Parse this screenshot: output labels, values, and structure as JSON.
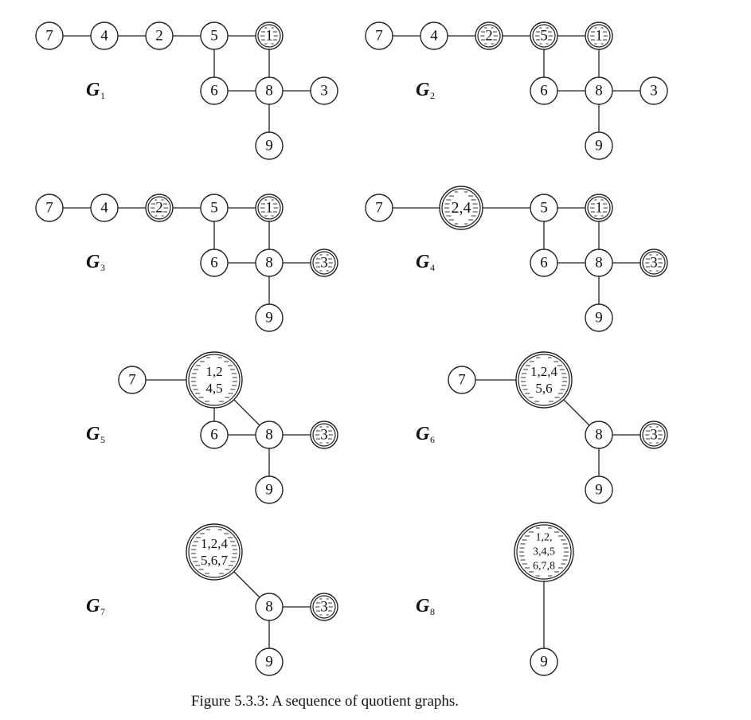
{
  "figure": {
    "caption": "Figure 5.3.3: A sequence of quotient graphs."
  },
  "graphs": [
    {
      "id": "g1",
      "label": "G",
      "subscript": "1",
      "nodes": [
        {
          "id": "7",
          "lines": [
            "7"
          ],
          "eliminated": false
        },
        {
          "id": "4",
          "lines": [
            "4"
          ],
          "eliminated": false
        },
        {
          "id": "2",
          "lines": [
            "2"
          ],
          "eliminated": false
        },
        {
          "id": "5",
          "lines": [
            "5"
          ],
          "eliminated": false
        },
        {
          "id": "1",
          "lines": [
            "1"
          ],
          "eliminated": true
        },
        {
          "id": "6",
          "lines": [
            "6"
          ],
          "eliminated": false
        },
        {
          "id": "8",
          "lines": [
            "8"
          ],
          "eliminated": false
        },
        {
          "id": "3",
          "lines": [
            "3"
          ],
          "eliminated": false
        },
        {
          "id": "9",
          "lines": [
            "9"
          ],
          "eliminated": false
        }
      ],
      "edges": [
        [
          "7",
          "4"
        ],
        [
          "4",
          "2"
        ],
        [
          "2",
          "5"
        ],
        [
          "5",
          "1"
        ],
        [
          "5",
          "6"
        ],
        [
          "1",
          "8"
        ],
        [
          "6",
          "8"
        ],
        [
          "8",
          "3"
        ],
        [
          "8",
          "9"
        ]
      ]
    },
    {
      "id": "g2",
      "label": "G",
      "subscript": "2",
      "nodes": [
        {
          "id": "7",
          "lines": [
            "7"
          ],
          "eliminated": false
        },
        {
          "id": "4",
          "lines": [
            "4"
          ],
          "eliminated": false
        },
        {
          "id": "2",
          "lines": [
            "2"
          ],
          "eliminated": true
        },
        {
          "id": "5",
          "lines": [
            "5"
          ],
          "eliminated": true
        },
        {
          "id": "1",
          "lines": [
            "1"
          ],
          "eliminated": true
        },
        {
          "id": "6",
          "lines": [
            "6"
          ],
          "eliminated": false
        },
        {
          "id": "8",
          "lines": [
            "8"
          ],
          "eliminated": false
        },
        {
          "id": "3",
          "lines": [
            "3"
          ],
          "eliminated": false
        },
        {
          "id": "9",
          "lines": [
            "9"
          ],
          "eliminated": false
        }
      ],
      "edges": [
        [
          "7",
          "4"
        ],
        [
          "4",
          "2"
        ],
        [
          "2",
          "5"
        ],
        [
          "5",
          "1"
        ],
        [
          "5",
          "6"
        ],
        [
          "1",
          "8"
        ],
        [
          "6",
          "8"
        ],
        [
          "8",
          "3"
        ],
        [
          "8",
          "9"
        ]
      ]
    },
    {
      "id": "g3",
      "label": "G",
      "subscript": "3",
      "nodes": [
        {
          "id": "7",
          "lines": [
            "7"
          ],
          "eliminated": false
        },
        {
          "id": "4",
          "lines": [
            "4"
          ],
          "eliminated": false
        },
        {
          "id": "2",
          "lines": [
            "2"
          ],
          "eliminated": true
        },
        {
          "id": "5",
          "lines": [
            "5"
          ],
          "eliminated": false
        },
        {
          "id": "1",
          "lines": [
            "1"
          ],
          "eliminated": true
        },
        {
          "id": "6",
          "lines": [
            "6"
          ],
          "eliminated": false
        },
        {
          "id": "8",
          "lines": [
            "8"
          ],
          "eliminated": false
        },
        {
          "id": "3",
          "lines": [
            "3"
          ],
          "eliminated": true
        },
        {
          "id": "9",
          "lines": [
            "9"
          ],
          "eliminated": false
        }
      ],
      "edges": [
        [
          "7",
          "4"
        ],
        [
          "4",
          "2"
        ],
        [
          "2",
          "5"
        ],
        [
          "5",
          "1"
        ],
        [
          "5",
          "6"
        ],
        [
          "1",
          "8"
        ],
        [
          "6",
          "8"
        ],
        [
          "8",
          "3"
        ],
        [
          "8",
          "9"
        ]
      ]
    },
    {
      "id": "g4",
      "label": "G",
      "subscript": "4",
      "nodes": [
        {
          "id": "7",
          "lines": [
            "7"
          ],
          "eliminated": false
        },
        {
          "id": "24",
          "lines": [
            "2,4"
          ],
          "eliminated": true
        },
        {
          "id": "5",
          "lines": [
            "5"
          ],
          "eliminated": false
        },
        {
          "id": "1",
          "lines": [
            "1"
          ],
          "eliminated": true
        },
        {
          "id": "6",
          "lines": [
            "6"
          ],
          "eliminated": false
        },
        {
          "id": "8",
          "lines": [
            "8"
          ],
          "eliminated": false
        },
        {
          "id": "3",
          "lines": [
            "3"
          ],
          "eliminated": true
        },
        {
          "id": "9",
          "lines": [
            "9"
          ],
          "eliminated": false
        }
      ],
      "edges": [
        [
          "7",
          "24"
        ],
        [
          "24",
          "5"
        ],
        [
          "5",
          "1"
        ],
        [
          "5",
          "6"
        ],
        [
          "1",
          "8"
        ],
        [
          "6",
          "8"
        ],
        [
          "8",
          "3"
        ],
        [
          "8",
          "9"
        ]
      ]
    },
    {
      "id": "g5",
      "label": "G",
      "subscript": "5",
      "nodes": [
        {
          "id": "7",
          "lines": [
            "7"
          ],
          "eliminated": false
        },
        {
          "id": "1245",
          "lines": [
            "1,2",
            "4,5"
          ],
          "eliminated": true
        },
        {
          "id": "6",
          "lines": [
            "6"
          ],
          "eliminated": false
        },
        {
          "id": "8",
          "lines": [
            "8"
          ],
          "eliminated": false
        },
        {
          "id": "3",
          "lines": [
            "3"
          ],
          "eliminated": true
        },
        {
          "id": "9",
          "lines": [
            "9"
          ],
          "eliminated": false
        }
      ],
      "edges": [
        [
          "7",
          "1245"
        ],
        [
          "1245",
          "6"
        ],
        [
          "1245",
          "8"
        ],
        [
          "6",
          "8"
        ],
        [
          "8",
          "3"
        ],
        [
          "8",
          "9"
        ]
      ]
    },
    {
      "id": "g6",
      "label": "G",
      "subscript": "6",
      "nodes": [
        {
          "id": "7",
          "lines": [
            "7"
          ],
          "eliminated": false
        },
        {
          "id": "12456",
          "lines": [
            "1,2,4",
            "5,6"
          ],
          "eliminated": true
        },
        {
          "id": "8",
          "lines": [
            "8"
          ],
          "eliminated": false
        },
        {
          "id": "3",
          "lines": [
            "3"
          ],
          "eliminated": true
        },
        {
          "id": "9",
          "lines": [
            "9"
          ],
          "eliminated": false
        }
      ],
      "edges": [
        [
          "7",
          "12456"
        ],
        [
          "12456",
          "8"
        ],
        [
          "8",
          "3"
        ],
        [
          "8",
          "9"
        ]
      ]
    },
    {
      "id": "g7",
      "label": "G",
      "subscript": "7",
      "nodes": [
        {
          "id": "124567",
          "lines": [
            "1,2,4",
            "5,6,7"
          ],
          "eliminated": true
        },
        {
          "id": "8",
          "lines": [
            "8"
          ],
          "eliminated": false
        },
        {
          "id": "3",
          "lines": [
            "3"
          ],
          "eliminated": true
        },
        {
          "id": "9",
          "lines": [
            "9"
          ],
          "eliminated": false
        }
      ],
      "edges": [
        [
          "124567",
          "8"
        ],
        [
          "8",
          "3"
        ],
        [
          "8",
          "9"
        ]
      ]
    },
    {
      "id": "g8",
      "label": "G",
      "subscript": "8",
      "nodes": [
        {
          "id": "12345678",
          "lines": [
            "1,2,",
            "3,4,5",
            "6,7,8"
          ],
          "eliminated": true
        },
        {
          "id": "9",
          "lines": [
            "9"
          ],
          "eliminated": false
        }
      ],
      "edges": [
        [
          "12345678",
          "9"
        ]
      ]
    }
  ]
}
